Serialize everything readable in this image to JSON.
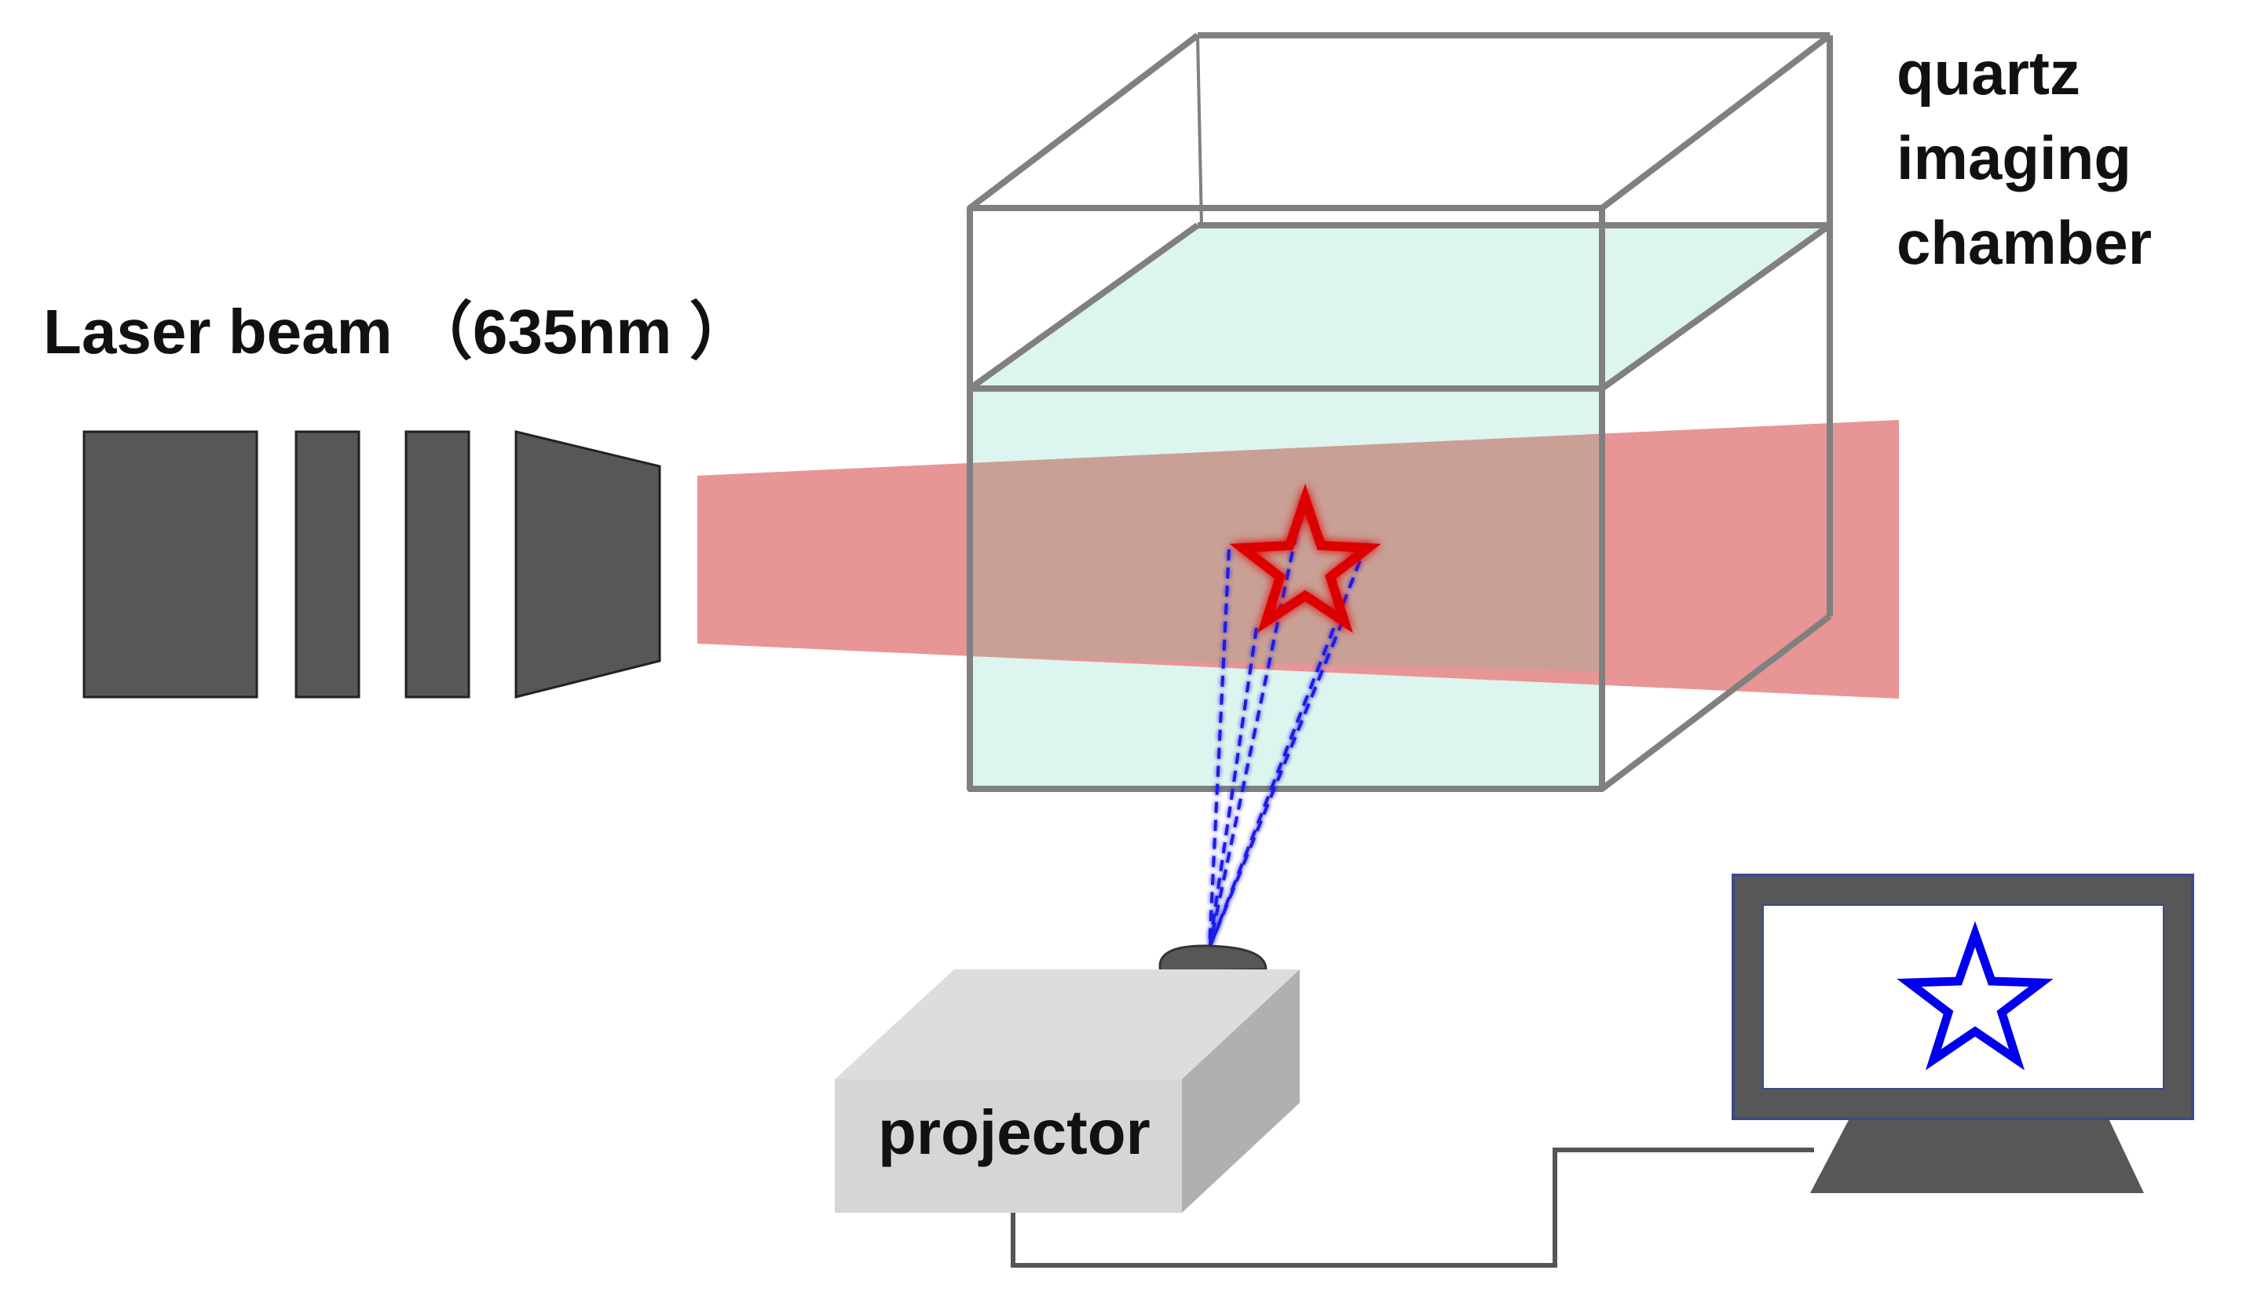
{
  "labels": {
    "laser": "Laser beam （635nm ）",
    "chamber_line1": "quartz",
    "chamber_line2": "imaging",
    "chamber_line3": "chamber",
    "projector": "projector"
  },
  "components": {
    "laser_source": {
      "blocks": 3,
      "lens": true
    },
    "chamber": {
      "material": "quartz",
      "liquid_fill": true
    },
    "projector": {
      "aperture": true
    },
    "monitor": {
      "screen_image": "star-icon"
    }
  },
  "colors": {
    "laser_housing": "#575757",
    "laser_beam": "#e89595",
    "laser_in_liquid": "#c8a095",
    "chamber_edge": "#808080",
    "liquid": "#dcf5ee",
    "red_star": "#dd0000",
    "projection_lines": "#1a1ae6",
    "projector_top": "#dddddd",
    "projector_front": "#d6d6d6",
    "projector_side": "#b0b0b0",
    "monitor_frame": "#575757",
    "monitor_star": "#0000ee",
    "cable": "#555555"
  },
  "icons": {
    "red_star": "star-outline-icon",
    "monitor_star": "star-outline-icon"
  }
}
